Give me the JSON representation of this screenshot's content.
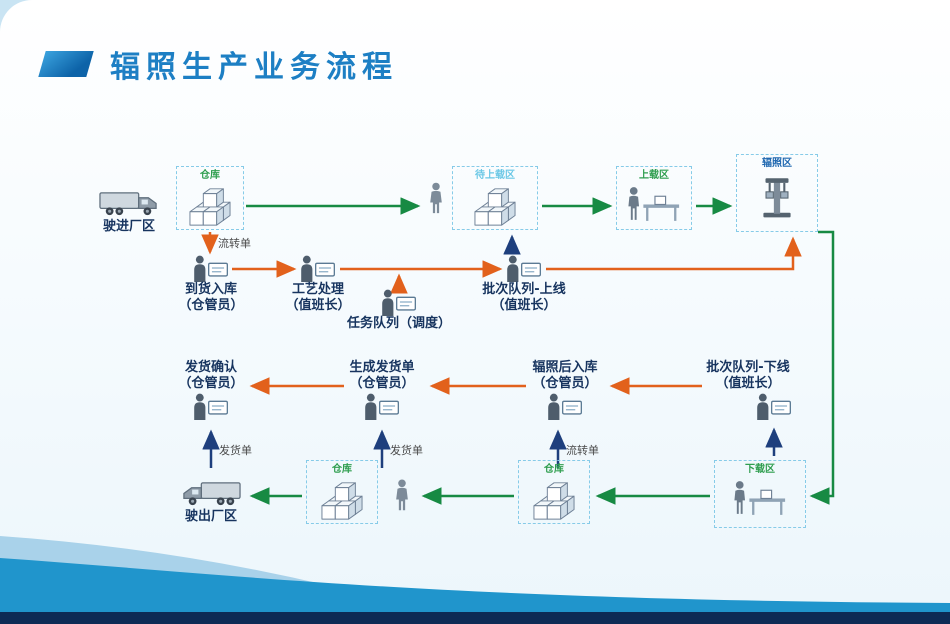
{
  "title": "辐照生产业务流程",
  "zones": {
    "warehouse_top": "仓库",
    "wait_load": "待上载区",
    "load": "上载区",
    "irradiation": "辐照区",
    "unload": "下载区",
    "warehouse_bottom_left": "仓库",
    "warehouse_bottom_right": "仓库"
  },
  "nodes": {
    "truck_in": {
      "label": "驶进厂区"
    },
    "arrival": {
      "label": "到货入库",
      "role": "（仓管员）"
    },
    "process": {
      "label": "工艺处理",
      "role": "（值班长）"
    },
    "task_queue": {
      "label": "任务队列（调度）"
    },
    "batch_online": {
      "label": "批次队列-上线",
      "role": "（值班长）"
    },
    "batch_offline": {
      "label": "批次队列-下线",
      "role": "（值班长）"
    },
    "post_storage": {
      "label": "辐照后入库",
      "role": "（仓管员）"
    },
    "create_invoice": {
      "label": "生成发货单",
      "role": "（仓管员）"
    },
    "confirm_ship": {
      "label": "发货确认",
      "role": "（仓管员）"
    },
    "truck_out": {
      "label": "驶出厂区"
    }
  },
  "edge_labels": {
    "circulation_top": "流转单",
    "invoice_left": "发货单",
    "invoice_mid": "发货单",
    "circulation_bottom": "流转单"
  },
  "colors": {
    "flow_green": "#178a43",
    "flow_orange": "#e2611c",
    "flow_navy": "#1e3f7d",
    "title_blue": "#1d7fc4",
    "zone_green": "#2f9e4f",
    "zone_cyan": "#6cc8e6",
    "zone_blue": "#2068b0",
    "wave_blue": "#2095cc",
    "footer_navy": "#0d2b55"
  }
}
